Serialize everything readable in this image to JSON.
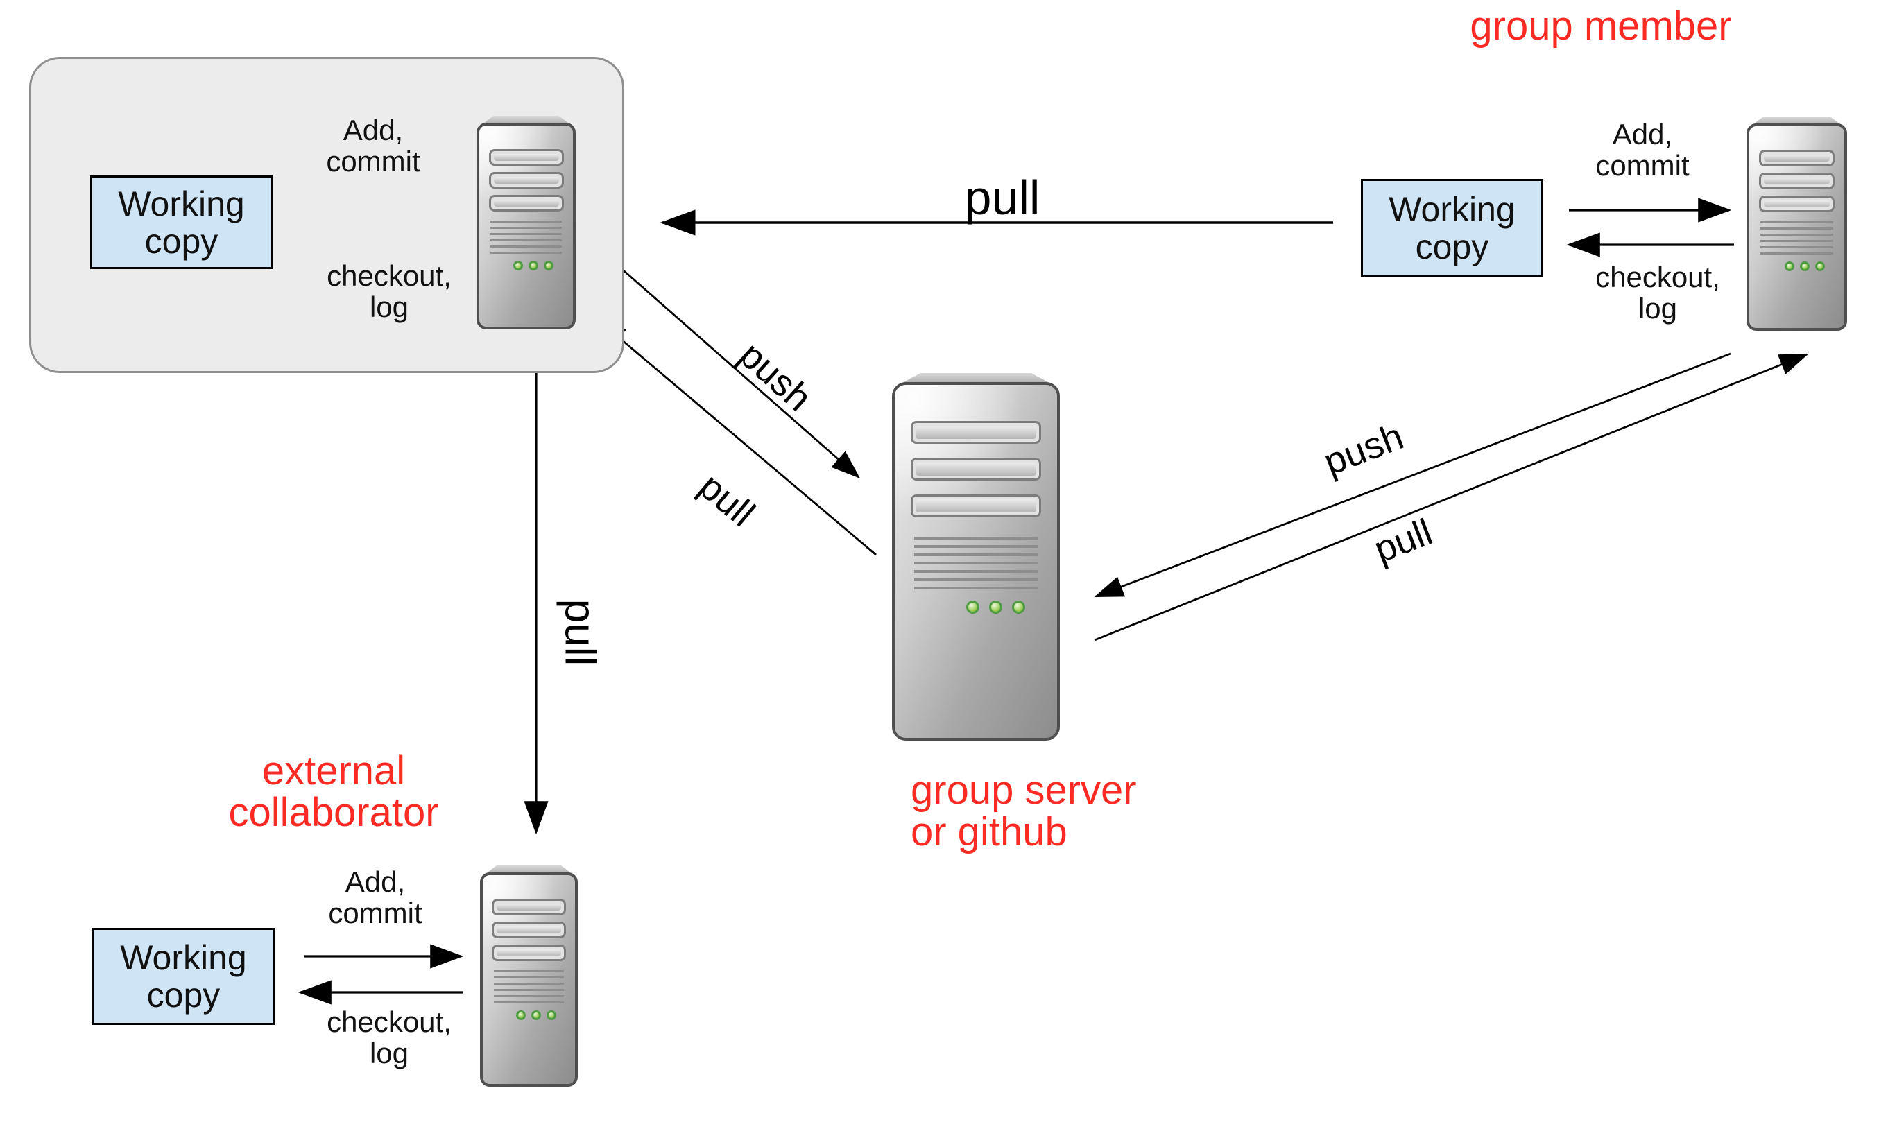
{
  "labels": {
    "group_member": "group member",
    "external_collaborator": "external\ncollaborator",
    "group_server": "group server\nor github",
    "working_copy": "Working\ncopy",
    "add_commit": "Add,\ncommit",
    "checkout_log": "checkout,\nlog",
    "push": "push",
    "pull": "pull"
  },
  "icons": {
    "local_server": "computer-tower-icon",
    "member_server": "computer-tower-icon",
    "collaborator_server": "computer-tower-icon",
    "group_server": "computer-tower-icon"
  },
  "colors": {
    "red_label": "#fb2a23",
    "working_copy_fill": "#cfe4f4",
    "cluster_fill": "#ececec",
    "led_green": "#8cc63e",
    "arrow_black": "#000000"
  }
}
